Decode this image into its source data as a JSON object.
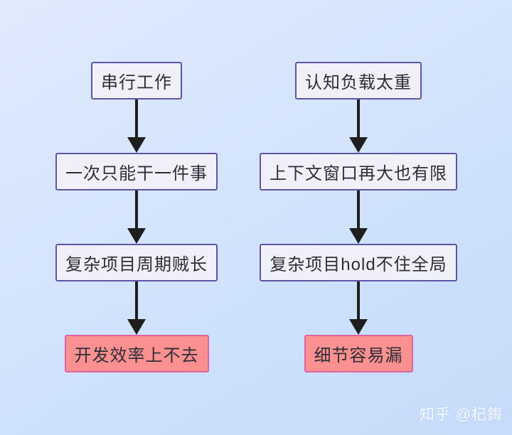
{
  "diagram": {
    "type": "flowchart",
    "orientation": "two vertical chains, top-to-bottom arrows",
    "background": {
      "gradient_start": "#e0eafd",
      "gradient_end": "#c6dcfa"
    },
    "colors": {
      "node_fill": "#f0f0fb",
      "node_border": "#5e55a4",
      "highlight_fill": "#fa9090",
      "highlight_border": "#df639c",
      "arrow": "#1e1e1e",
      "text": "#2e2e38"
    },
    "columns": [
      {
        "name": "left-chain",
        "nodes": [
          {
            "label": "串行工作",
            "type": "normal"
          },
          {
            "label": "一次只能干一件事",
            "type": "normal"
          },
          {
            "label": "复杂项目周期贼长",
            "type": "normal"
          },
          {
            "label": "开发效率上不去",
            "type": "highlight"
          }
        ]
      },
      {
        "name": "right-chain",
        "nodes": [
          {
            "label": "认知负载太重",
            "type": "normal"
          },
          {
            "label": "上下文窗口再大也有限",
            "type": "normal"
          },
          {
            "label": "复杂项目hold不住全局",
            "type": "normal"
          },
          {
            "label": "细节容易漏",
            "type": "highlight"
          }
        ]
      }
    ]
  },
  "watermark": {
    "text": "知乎 @杞鋂"
  }
}
